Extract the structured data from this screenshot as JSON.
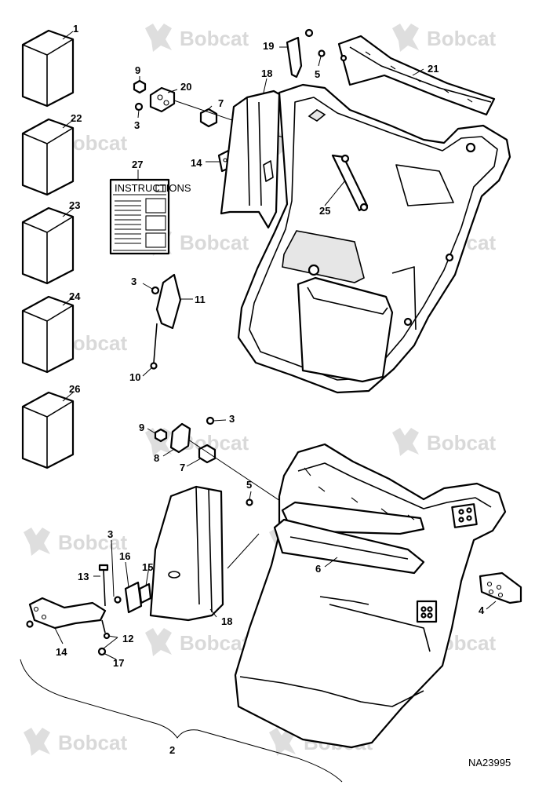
{
  "brand": {
    "watermark": "Bobcat",
    "watermark_color": "#d9d9d9"
  },
  "drawing_number": "NA23995",
  "instructions_sheet": {
    "title": "INSTRUCTIONS"
  },
  "callouts": [
    "1",
    "22",
    "23",
    "24",
    "26",
    "27",
    "9",
    "20",
    "3",
    "7",
    "19",
    "18",
    "5",
    "21",
    "14",
    "25",
    "3",
    "11",
    "10",
    "3",
    "9",
    "8",
    "7",
    "5",
    "6",
    "4",
    "3",
    "16",
    "15",
    "13",
    "12",
    "14",
    "17",
    "18",
    "2"
  ]
}
